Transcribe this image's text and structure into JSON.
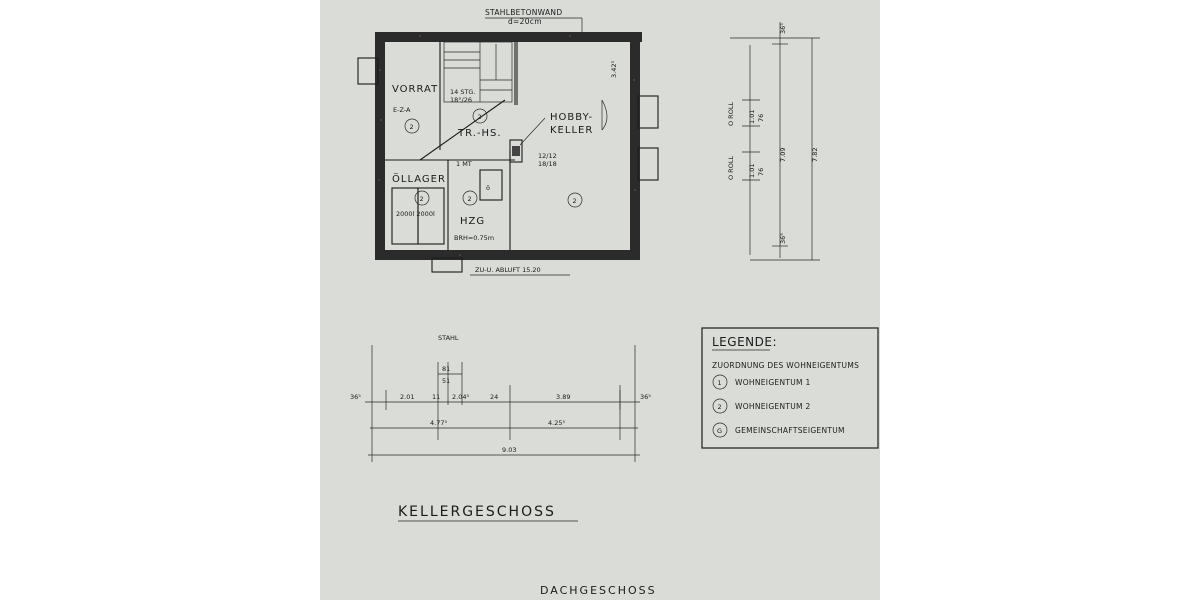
{
  "plan": {
    "top_note_1": "STAHLBETONWAND",
    "top_note_2": "d=20cm",
    "rooms": [
      {
        "key": "vorrat",
        "label": "VORRAT",
        "marker": "2",
        "sub": "E-Z-A"
      },
      {
        "key": "treppe",
        "label": "TR.-HS.",
        "marker": "2",
        "sub1": "14 STG.",
        "sub2": "18°/26"
      },
      {
        "key": "hobby",
        "label1": "HOBBY-",
        "label2": "KELLER",
        "marker": "2",
        "dim": "3.42⁵"
      },
      {
        "key": "oellager",
        "label": "ÖLLAGER",
        "marker": "2",
        "sub": "2000l 2000l"
      },
      {
        "key": "hzg",
        "label": "HZG",
        "marker": "2",
        "sub": "BRH=0.75m"
      }
    ],
    "window_note_1": "12/12",
    "window_note_2": "18/18",
    "door_note": "1 MT",
    "bottom_note": "ZU-U. ABLUFT 15.20"
  },
  "right_dims": {
    "top": "36⁵",
    "a1": "1.01",
    "a2": "76",
    "b1": "1.01",
    "b2": "76",
    "roll1": "O ROLL",
    "roll2": "O ROLL",
    "c": "7.09",
    "total": "7.82",
    "bottom": "36⁵"
  },
  "bottom_dims": {
    "stahl": "STAHL",
    "d81": "81",
    "d51": "51",
    "left": "36⁵",
    "s1": "2.01",
    "s2": "11",
    "s3": "2.04⁵",
    "s4": "24",
    "s5": "3.89",
    "right": "36⁵",
    "m1": "4.77⁵",
    "m2": "4.25⁵",
    "total": "9.03"
  },
  "legend": {
    "title": "LEGENDE:",
    "subtitle": "ZUORDNUNG DES WOHNEIGENTUMS",
    "items": [
      {
        "symbol": "1",
        "label": "WOHNEIGENTUM 1"
      },
      {
        "symbol": "2",
        "label": "WOHNEIGENTUM 2"
      },
      {
        "symbol": "G",
        "label": "GEMEINSCHAFTSEIGENTUM"
      }
    ]
  },
  "floor_title": "KELLERGESCHOSS",
  "next_title": "DACHGESCHOSS"
}
